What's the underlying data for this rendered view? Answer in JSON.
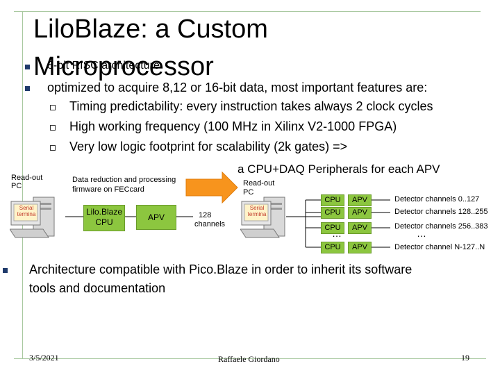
{
  "slide": {
    "title_line1": "LiloBlaze: a Custom",
    "title_line2": "Microprocessor",
    "bullet1": "8-bit RISC architecture",
    "bullet2": "optimized to acquire 8,12 or 16-bit data, most important features are:",
    "sub_bullets": [
      "Timing predictability: every instruction takes always 2 clock cycles",
      "High working frequency (100 MHz in Xilinx V2-1000 FPGA)",
      "Very low logic footprint for scalability (2k gates) =>"
    ],
    "cpu_daq_line": "a CPU+DAQ Peripherals for each APV",
    "bullet3_line1": "Architecture compatible with Pico.Blaze in order to inherit its software",
    "bullet3_line2": "tools and documentation"
  },
  "diagram_left": {
    "readout_label_1": "Read-out",
    "readout_label_2": "PC",
    "serial_label_1": "Serial",
    "serial_label_2": "termina",
    "fec_line1": "Data reduction and processing",
    "fec_line2": "firmware on FECcard",
    "lilo_line1": "Lilo.Blaze",
    "lilo_line2": "CPU",
    "apv_label": "APV",
    "channels_line1": "128",
    "channels_line2": "channels"
  },
  "diagram_right": {
    "readout_label_1": "Read-out",
    "readout_label_2": "PC",
    "serial_label_1": "Serial",
    "serial_label_2": "termina",
    "rows": [
      {
        "cpu": "CPU",
        "apv": "APV",
        "detector": "Detector channels 0..127"
      },
      {
        "cpu": "CPU",
        "apv": "APV",
        "detector": "Detector channels 128..255"
      },
      {
        "cpu": "CPU",
        "apv": "APV",
        "detector": "Detector channels 256..383"
      },
      {
        "cpu": "CPU",
        "apv": "APV",
        "detector": "Detector channel N-127..N"
      }
    ],
    "ellipsis": "…"
  },
  "footer": {
    "date": "3/5/2021",
    "author": "Raffaele Giordano",
    "page": "19"
  },
  "colors": {
    "chip_green": "#8cc63f",
    "arrow_orange": "#f7941d",
    "bullet_navy": "#1f3a6b"
  }
}
